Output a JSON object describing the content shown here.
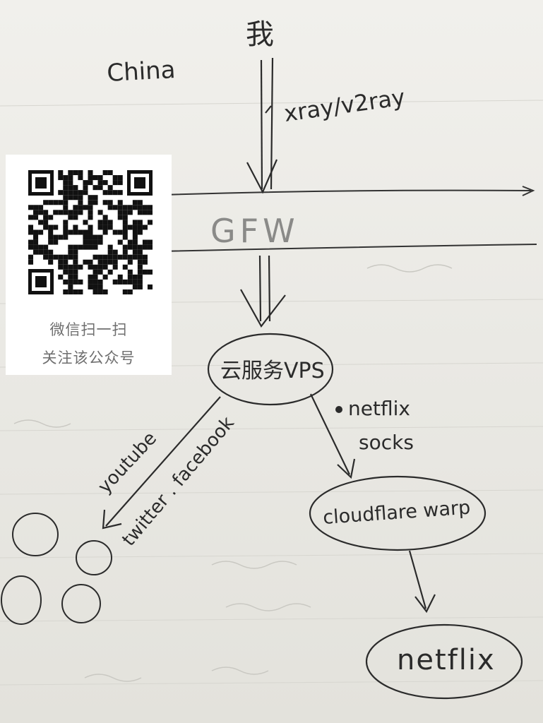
{
  "labels": {
    "top_user": "我",
    "china": "China",
    "protocol": "xray/v2ray",
    "firewall": "GFW",
    "vps": "云服务VPS",
    "left_route_1": "youtube",
    "left_route_2": "twitter . facebook",
    "right_route_1": "netflix",
    "right_route_2": "socks",
    "warp": "cloudflare warp",
    "netflix": "netflix"
  },
  "qr_card": {
    "caption_line1": "微信扫一扫",
    "caption_line2": "关注该公众号"
  },
  "colors": {
    "ink": "#2b2b2b",
    "paper": "#ecebe6",
    "card": "#ffffff",
    "caption": "#6e6e6e"
  }
}
